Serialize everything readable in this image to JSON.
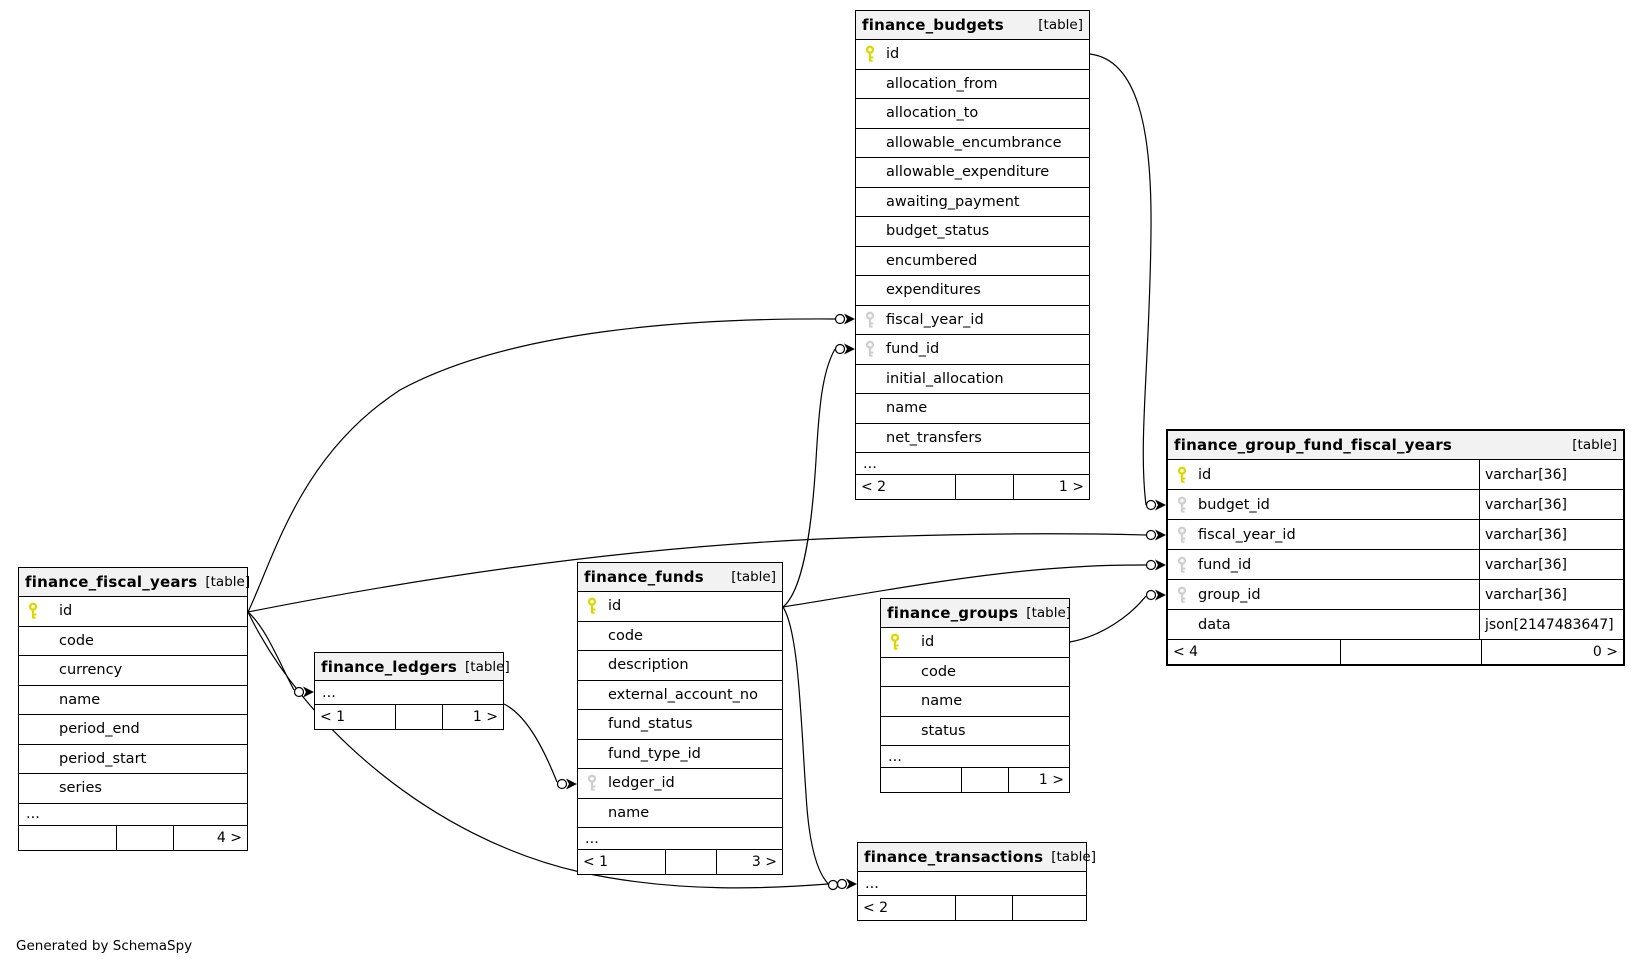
{
  "diagram": {
    "credit": "Generated by SchemaSpy",
    "colors": {
      "primary_key": "#d9d900",
      "foreign_key": "#cfcfcf",
      "header_bg": "#f2f2f2",
      "line": "#000000"
    },
    "icons": {
      "primary_key": "key-icon",
      "foreign_key": "key-icon"
    }
  },
  "tables": {
    "budgets": {
      "title": "finance_budgets",
      "tag": "[table]",
      "columns": [
        {
          "name": "id",
          "key": "pk"
        },
        {
          "name": "allocation_from"
        },
        {
          "name": "allocation_to"
        },
        {
          "name": "allowable_encumbrance"
        },
        {
          "name": "allowable_expenditure"
        },
        {
          "name": "awaiting_payment"
        },
        {
          "name": "budget_status"
        },
        {
          "name": "encumbered"
        },
        {
          "name": "expenditures"
        },
        {
          "name": "fiscal_year_id",
          "key": "fk"
        },
        {
          "name": "fund_id",
          "key": "fk"
        },
        {
          "name": "initial_allocation"
        },
        {
          "name": "name"
        },
        {
          "name": "net_transfers"
        }
      ],
      "more": "...",
      "footer": [
        "< 2",
        "",
        "1 >"
      ]
    },
    "group_fund_fiscal_years": {
      "title": "finance_group_fund_fiscal_years",
      "tag": "[table]",
      "columns": [
        {
          "name": "id",
          "key": "pk",
          "type": "varchar[36]"
        },
        {
          "name": "budget_id",
          "key": "fk",
          "type": "varchar[36]"
        },
        {
          "name": "fiscal_year_id",
          "key": "fk",
          "type": "varchar[36]"
        },
        {
          "name": "fund_id",
          "key": "fk",
          "type": "varchar[36]"
        },
        {
          "name": "group_id",
          "key": "fk",
          "type": "varchar[36]"
        },
        {
          "name": "data",
          "type": "json[2147483647]"
        }
      ],
      "footer": [
        "< 4",
        "",
        "0 >"
      ]
    },
    "fiscal_years": {
      "title": "finance_fiscal_years",
      "tag": "[table]",
      "columns": [
        {
          "name": "id",
          "key": "pk"
        },
        {
          "name": "code"
        },
        {
          "name": "currency"
        },
        {
          "name": "name"
        },
        {
          "name": "period_end"
        },
        {
          "name": "period_start"
        },
        {
          "name": "series"
        }
      ],
      "more": "...",
      "footer": [
        "",
        "",
        "4 >"
      ]
    },
    "ledgers": {
      "title": "finance_ledgers",
      "tag": "[table]",
      "more": "...",
      "footer": [
        "< 1",
        "",
        "1 >"
      ]
    },
    "funds": {
      "title": "finance_funds",
      "tag": "[table]",
      "columns": [
        {
          "name": "id",
          "key": "pk"
        },
        {
          "name": "code"
        },
        {
          "name": "description"
        },
        {
          "name": "external_account_no"
        },
        {
          "name": "fund_status"
        },
        {
          "name": "fund_type_id"
        },
        {
          "name": "ledger_id",
          "key": "fk"
        },
        {
          "name": "name"
        }
      ],
      "more": "...",
      "footer": [
        "< 1",
        "",
        "3 >"
      ]
    },
    "groups": {
      "title": "finance_groups",
      "tag": "[table]",
      "columns": [
        {
          "name": "id",
          "key": "pk"
        },
        {
          "name": "code"
        },
        {
          "name": "name"
        },
        {
          "name": "status"
        }
      ],
      "more": "...",
      "footer": [
        "",
        "",
        "1 >"
      ]
    },
    "transactions": {
      "title": "finance_transactions",
      "tag": "[table]",
      "more": "...",
      "footer": [
        "< 2",
        "",
        ""
      ]
    }
  }
}
